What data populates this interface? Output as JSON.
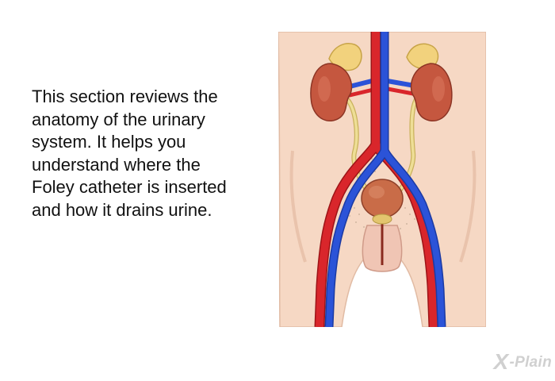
{
  "intro": {
    "text": "This section reviews the\nanatomy of the urinary\nsystem.  It helps you\nunderstand where the\nFoley catheter is inserted\nand how it drains urine."
  },
  "illustration": {
    "icon": "urinary-system-illustration",
    "colors": {
      "skin": "#f6d8c4",
      "kidney": "#c5573f",
      "adrenal": "#f2d27d",
      "artery": "#d9262b",
      "vein": "#2b53d8",
      "ureter": "#eede96",
      "bladder": "#c96c48"
    }
  },
  "brand": {
    "mark": "X",
    "name": "Plain"
  }
}
